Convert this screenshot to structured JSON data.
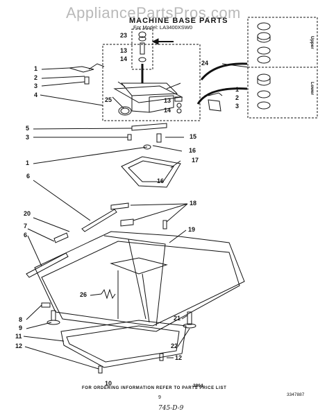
{
  "watermark": "AppliancePartsPros.com",
  "title": "MACHINE BASE PARTS",
  "subtitle": "For Model: LA3400XSW0",
  "callouts": {
    "c23": "23",
    "c13a": "13",
    "c14a": "14",
    "c24": "24",
    "c1a": "1",
    "c2a": "2",
    "c3a": "3",
    "c4a": "4",
    "c25": "25",
    "c13b": "13",
    "c14b": "14",
    "c1b": "1",
    "c2b": "2",
    "c3b": "3",
    "c5": "5",
    "c3c": "3",
    "c15": "15",
    "c16a": "16",
    "c16b": "16",
    "c1c": "1",
    "c17": "17",
    "c6a": "6",
    "c18": "18",
    "c20": "20",
    "c7": "7",
    "c6b": "6",
    "c19": "19",
    "c26": "26",
    "c8": "8",
    "c9": "9",
    "c21": "21",
    "c11": "11",
    "c22": "22",
    "c12a": "12",
    "c12b": "12",
    "c10": "10"
  },
  "inset_labels": {
    "upper": "Upper",
    "lower": "Lower"
  },
  "illustration_number": "3864",
  "footer": "FOR ORDERING INFORMATION REFER TO PARTS PRICE LIST",
  "page_number": "9",
  "document_number": "3347887",
  "handwritten_note": "745-D-9"
}
